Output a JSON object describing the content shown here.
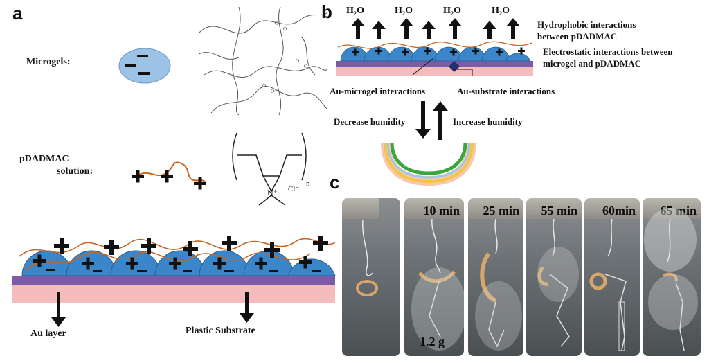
{
  "panels": {
    "a": "a",
    "b": "b",
    "c": "c"
  },
  "panel_a": {
    "microgels_label": "Microgels:",
    "pdadmac_label_line1": "pDADMAC",
    "pdadmac_label_line2": "solution:",
    "carboxylate_o": "O",
    "carboxylate_ominus": "O⁻",
    "nitrogen": "N⁺",
    "chloride": "Cl⁻",
    "subscript_n": "n",
    "au_layer_label": "Au layer",
    "plastic_substrate_label": "Plastic Substrate"
  },
  "panel_b": {
    "water_label": "H₂O",
    "hydrophobic_line1": "Hydrophobic interactions",
    "hydrophobic_line2": "between pDADMAC",
    "electrostatic_line1": "Electrostatic interactions between",
    "electrostatic_line2": "microgel and pDADMAC",
    "au_microgel_label": "Au-microgel interactions",
    "au_substrate_label": "Au-substrate interactions",
    "decrease_label": "Decrease humidity",
    "increase_label": "Increase humidity"
  },
  "panel_c": {
    "photos": [
      {
        "time": ""
      },
      {
        "time": "10 min",
        "mass": "1.2 g"
      },
      {
        "time": "25 min"
      },
      {
        "time": "55 min"
      },
      {
        "time": "60min"
      },
      {
        "time": "65 min"
      }
    ]
  },
  "colors": {
    "microgel_blue": "#3a86c8",
    "microgel_light": "#9cc3e6",
    "au_purple": "#7d5ba6",
    "substrate_pink": "#f4bcbc",
    "polymer_orange": "#c8641e",
    "curl_green": "#3aa63c",
    "curl_yellow": "#f2c640",
    "curl_blue": "#9ec6e6"
  }
}
